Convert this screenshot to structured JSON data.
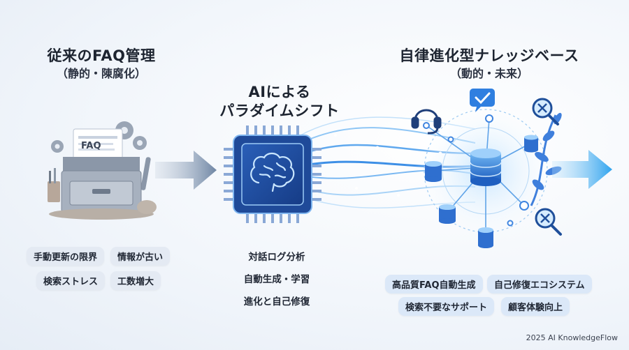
{
  "left": {
    "title": "従来のFAQ管理",
    "subtitle": "（静的・陳腐化）",
    "folder_label": "FAQ",
    "tags": [
      "手動更新の限界",
      "情報が古い",
      "検索ストレス",
      "工数増大"
    ]
  },
  "middle": {
    "title_line1": "AIによる",
    "title_line2": "パラダイムシフト",
    "items": [
      "対話ログ分析",
      "自動生成・学習",
      "進化と自己修復"
    ]
  },
  "right": {
    "title": "自律進化型ナレッジベース",
    "subtitle": "（動的・未来）",
    "tags": [
      "高品質FAQ自動生成",
      "自己修復エコシステム",
      "検索不要なサポート",
      "顧客体験向上"
    ]
  },
  "footer": "2025 AI KnowledgeFlow",
  "colors": {
    "accent_blue": "#2f7fe0",
    "light_blue": "#5fb4f5",
    "gray_arrow": "#7f93ad"
  }
}
